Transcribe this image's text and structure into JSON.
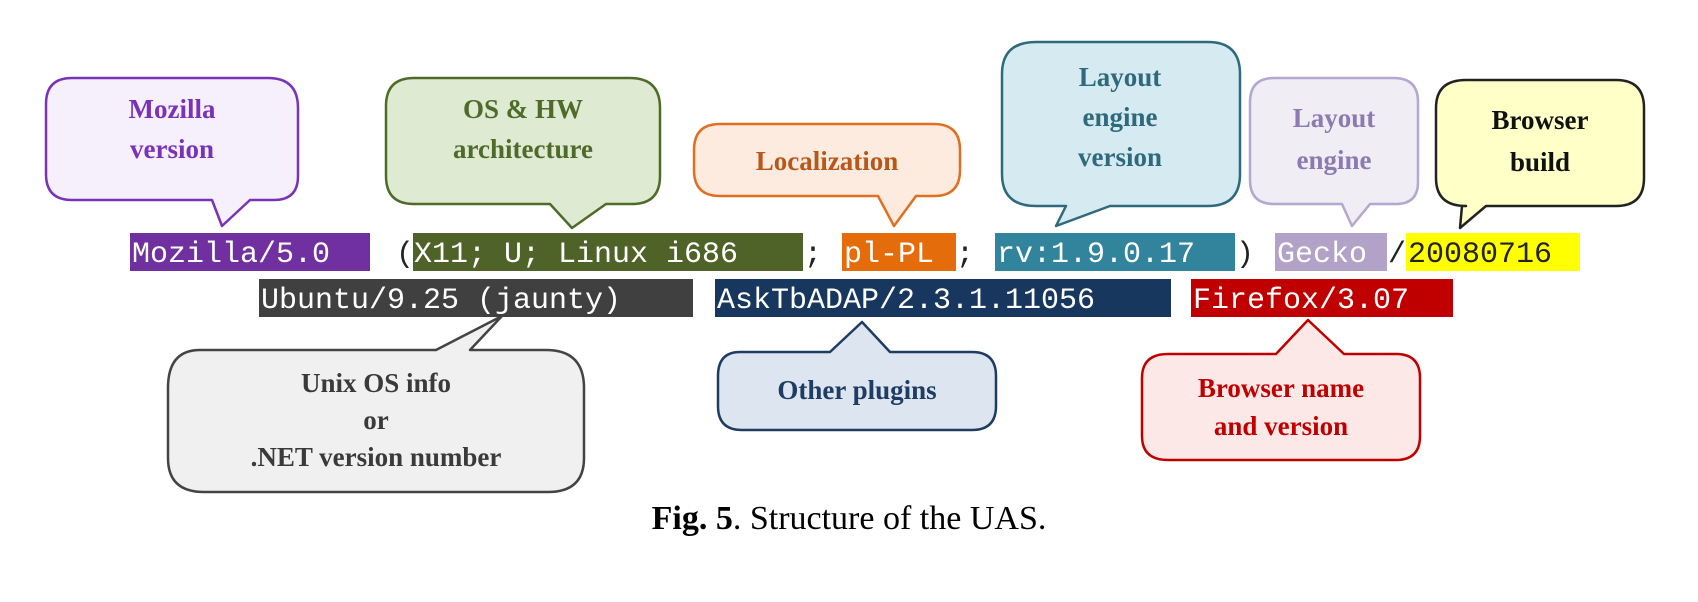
{
  "callouts": {
    "mozilla_version": {
      "lines": [
        "Mozilla",
        "version"
      ],
      "fill": "#f5f0fb",
      "stroke": "#7a32b8",
      "text_color": "#7a32b8"
    },
    "os_hw": {
      "lines": [
        "OS & HW",
        "architecture"
      ],
      "fill": "#dfead3",
      "stroke": "#4e6b2a",
      "text_color": "#4e6b2a"
    },
    "localization": {
      "lines": [
        "Localization"
      ],
      "fill": "#fdebe0",
      "stroke": "#e07020",
      "text_color": "#b8571a"
    },
    "layout_engine_version": {
      "lines": [
        "Layout",
        "engine",
        "version"
      ],
      "fill": "#d6eaf2",
      "stroke": "#2f6a7c",
      "text_color": "#2f6a7c"
    },
    "layout_engine": {
      "lines": [
        "Layout",
        "engine"
      ],
      "fill": "#f0edf5",
      "stroke": "#b4a7d0",
      "text_color": "#8b7bb0"
    },
    "browser_build": {
      "lines": [
        "Browser",
        "build"
      ],
      "fill": "#ffffc8",
      "stroke": "#222222",
      "text_color": "#111111"
    },
    "unix_os_info": {
      "lines": [
        "Unix OS info",
        "or",
        ".NET version number"
      ],
      "fill": "#f0f0f0",
      "stroke": "#444444",
      "text_color": "#3a3a3a"
    },
    "other_plugins": {
      "lines": [
        "Other plugins"
      ],
      "fill": "#dce5f0",
      "stroke": "#1f3c63",
      "text_color": "#1f3c63"
    },
    "browser_name": {
      "lines": [
        "Browser name",
        "and version"
      ],
      "fill": "#fde8e8",
      "stroke": "#c00000",
      "text_color": "#c00000"
    }
  },
  "uas": {
    "mozilla": {
      "text": "Mozilla/5.0",
      "bg": "#7030a0",
      "color": "#ffffff"
    },
    "open_paren": {
      "text": "("
    },
    "platform": {
      "text": "X11; U; Linux i686",
      "bg": "#4f6228",
      "color": "#ffffff"
    },
    "semi1": {
      "text": ";"
    },
    "locale": {
      "text": "pl-PL",
      "bg": "#e46c0a",
      "color": "#ffffff"
    },
    "semi2": {
      "text": ";"
    },
    "rv": {
      "text": "rv:1.9.0.17",
      "bg": "#31849b",
      "color": "#ffffff"
    },
    "close_paren": {
      "text": ")"
    },
    "gecko": {
      "text": "Gecko",
      "bg": "#b3a2c7",
      "color": "#ffffff"
    },
    "slash": {
      "text": "/"
    },
    "build": {
      "text": "20080716",
      "bg": "#ffff00",
      "color": "#222222"
    },
    "ubuntu": {
      "text": "Ubuntu/9.25 (jaunty)",
      "bg": "#404040",
      "color": "#ffffff"
    },
    "asktb": {
      "text": "AskTbADAP/2.3.1.11056",
      "bg": "#17375e",
      "color": "#ffffff"
    },
    "firefox": {
      "text": "Firefox/3.07",
      "bg": "#c00000",
      "color": "#ffffff"
    }
  },
  "caption": {
    "label": "Fig. 5",
    "text": ". Structure of the UAS."
  }
}
